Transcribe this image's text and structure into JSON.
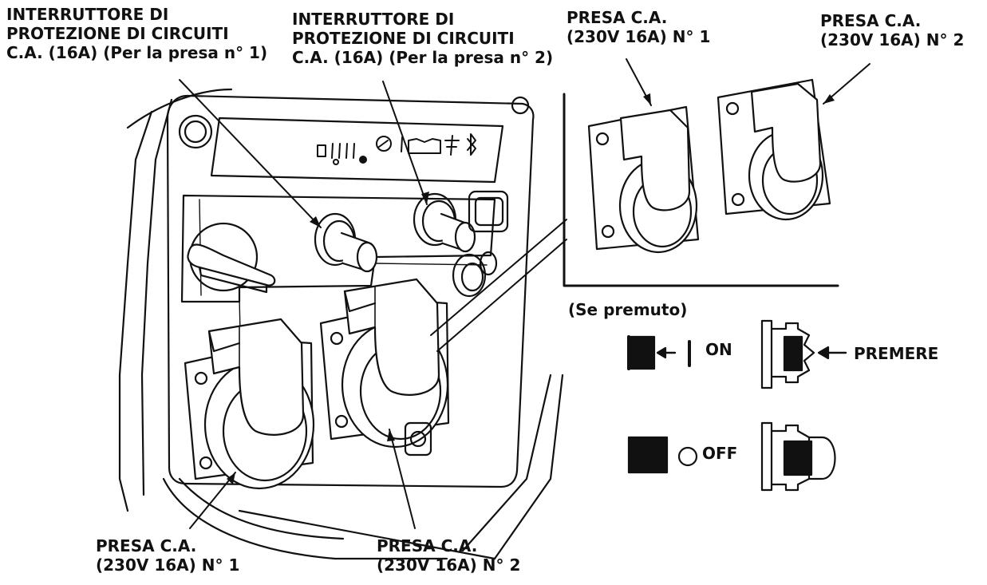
{
  "labels": {
    "breaker1": {
      "line1": "INTERRUTTORE DI",
      "line2": "PROTEZIONE DI CIRCUITI",
      "line3": "C.A. (16A) (Per la presa n° 1)"
    },
    "breaker2": {
      "line1": "INTERRUTTORE DI",
      "line2": "PROTEZIONE DI CIRCUITI",
      "line3": "C.A. (16A) (Per la presa n° 2)"
    },
    "inset_outlet1": {
      "line1": "PRESA C.A.",
      "line2": "(230V 16A) N° 1"
    },
    "inset_outlet2": {
      "line1": "PRESA C.A.",
      "line2": "(230V 16A) N° 2"
    },
    "outlet1": {
      "line1": "PRESA C.A.",
      "line2": "(230V 16A) N° 1"
    },
    "outlet2": {
      "line1": "PRESA C.A.",
      "line2": "(230V 16A) N° 2"
    },
    "pressed_caption": "(Se premuto)",
    "on_label": "ON",
    "off_label": "OFF",
    "press_label": "PREMERE"
  }
}
